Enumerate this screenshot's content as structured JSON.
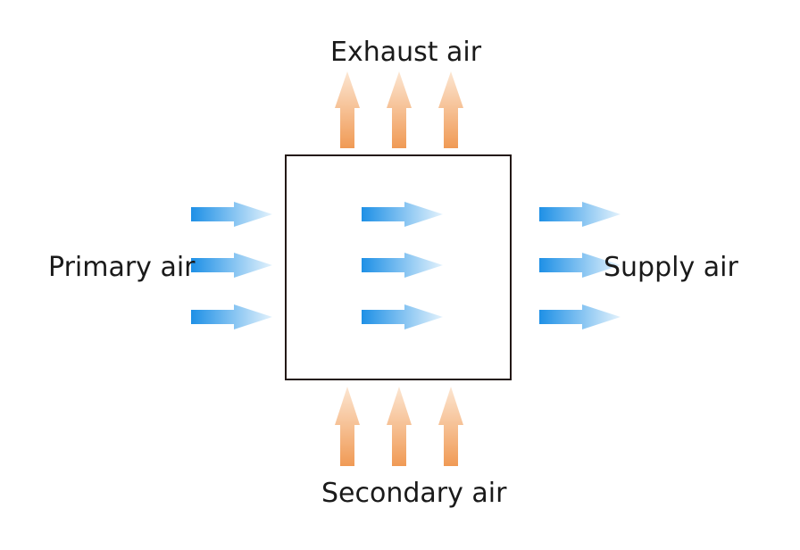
{
  "labels": {
    "exhaust": "Exhaust air",
    "primary": "Primary air",
    "supply": "Supply air",
    "secondary": "Secondary air"
  },
  "colors": {
    "horizontal_arrow_start": "#1e90e6",
    "horizontal_arrow_end": "#dff0fb",
    "vertical_arrow_base": "#f0a060",
    "vertical_arrow_tip": "#fbe3cc",
    "box_border": "#231815"
  },
  "arrows": {
    "primary_count": 3,
    "internal_count": 3,
    "supply_count": 3,
    "exhaust_count": 3,
    "secondary_count": 3
  }
}
